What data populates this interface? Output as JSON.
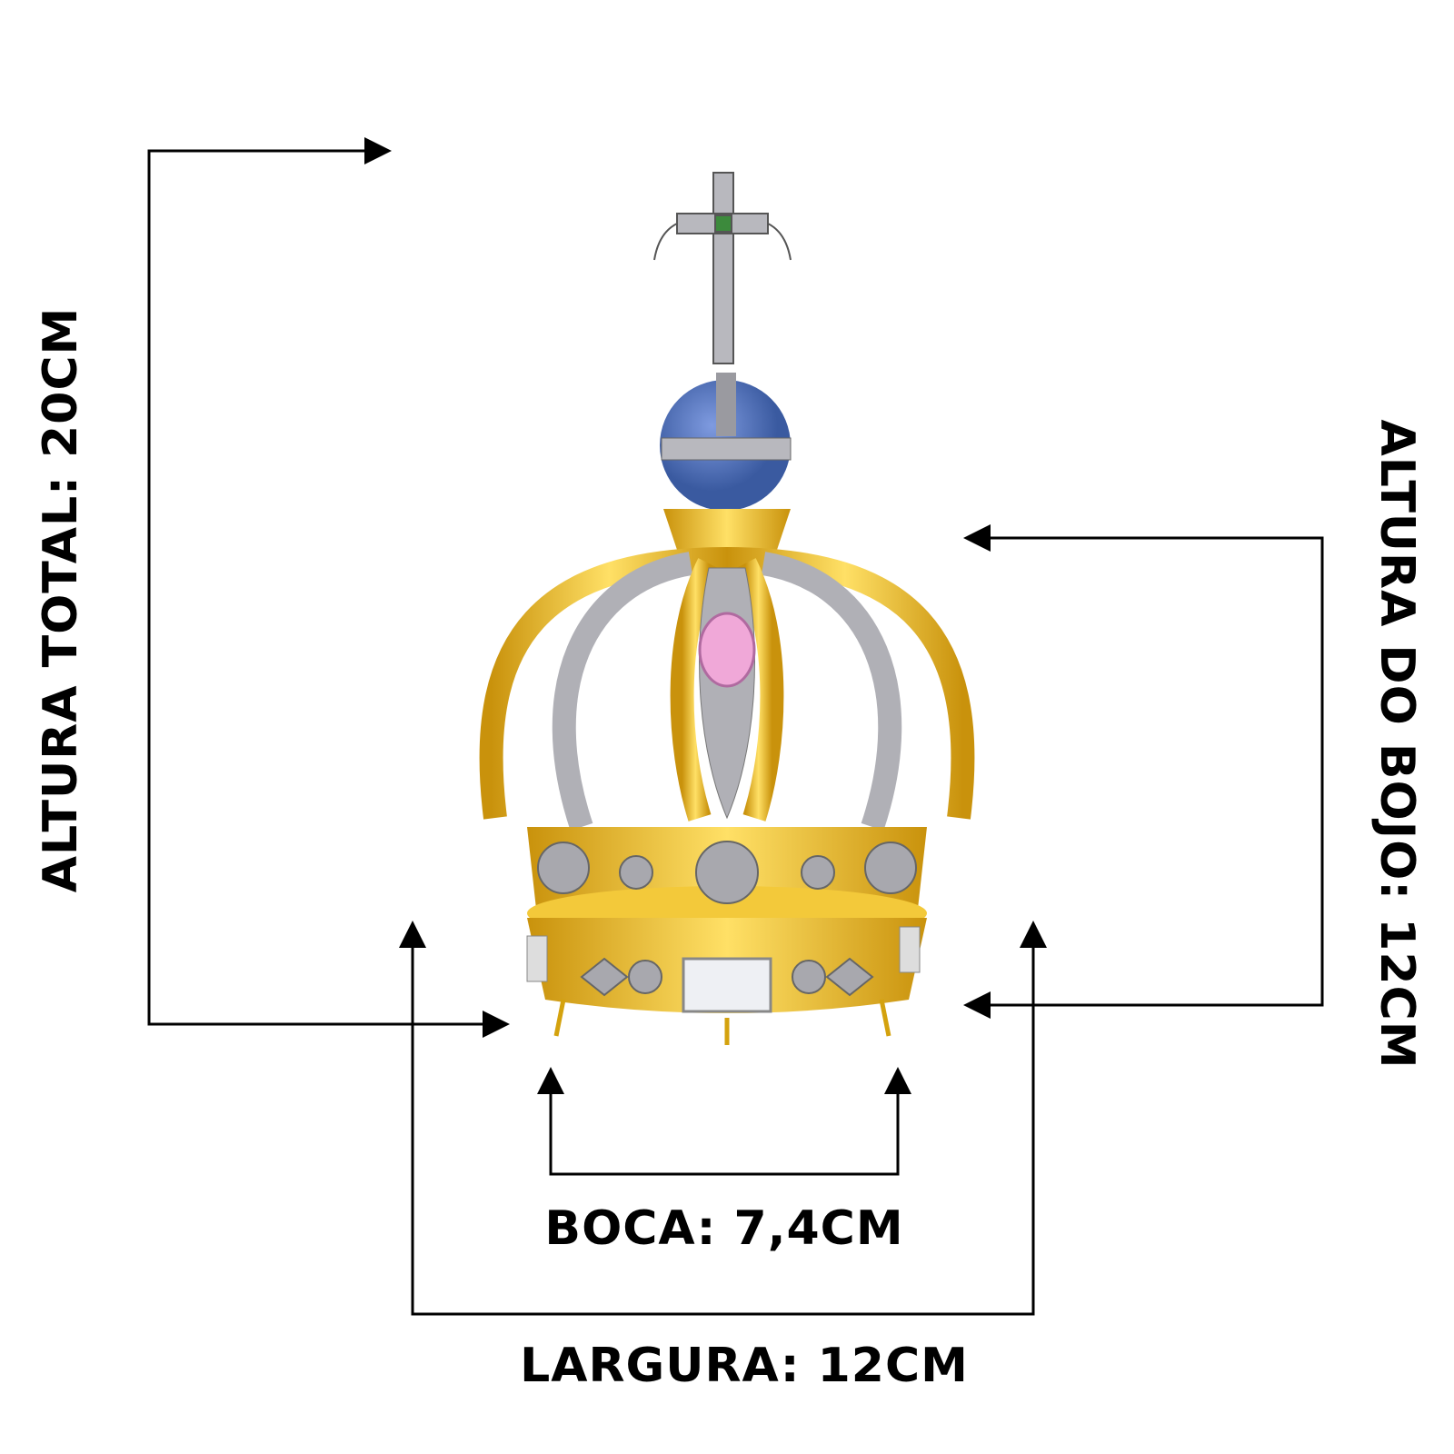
{
  "labels": {
    "total_height": "ALTURA TOTAL: 20CM",
    "bowl_height": "ALTURA DO BOJO: 12CM",
    "mouth": "BOCA: 7,4CM",
    "width": "LARGURA: 12CM"
  },
  "colors": {
    "gold": "#e8b923",
    "silver": "#a8a8ae",
    "orb_blue": "#4a6fb5",
    "pink_gem": "#f0a8d8",
    "green_gem": "#3c8a3c",
    "line": "#000000"
  }
}
